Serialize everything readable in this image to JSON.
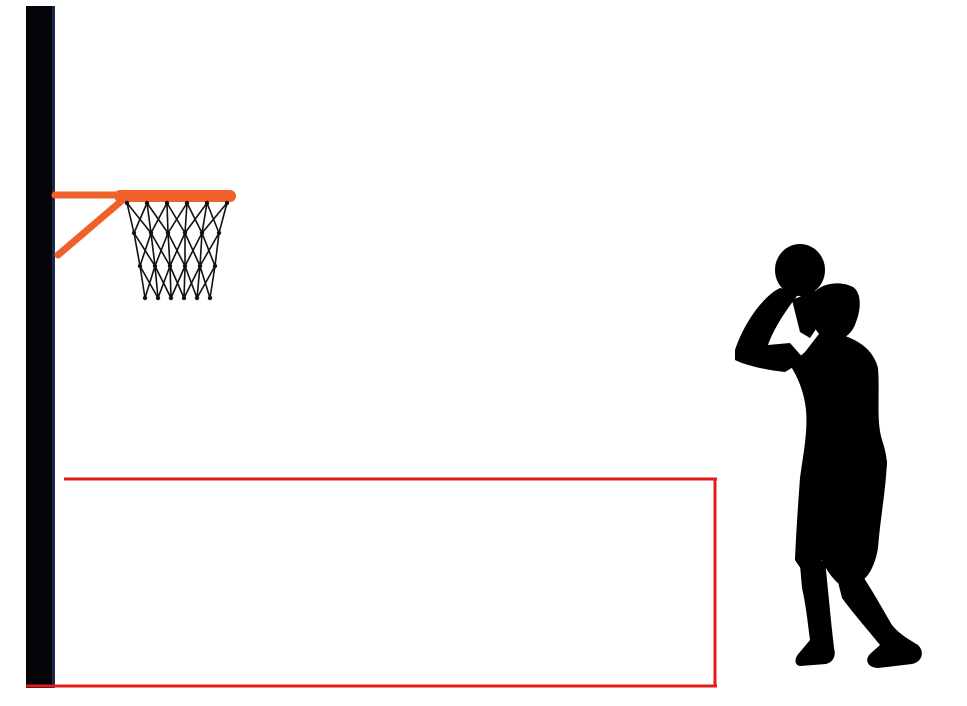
{
  "colors": {
    "background": "#ffffff",
    "pole": "#03040a",
    "pole_highlight": "#1c2a4a",
    "rim": "#f0602a",
    "net": "#111111",
    "court_lines": "#e31b1b",
    "player": "#000000"
  },
  "elements": {
    "pole": "basketball-pole",
    "hoop": "basketball-hoop",
    "net": "basketball-net",
    "court": "free-throw-lane-lines",
    "player": "player-silhouette-shooting",
    "ball": "basketball-held"
  }
}
